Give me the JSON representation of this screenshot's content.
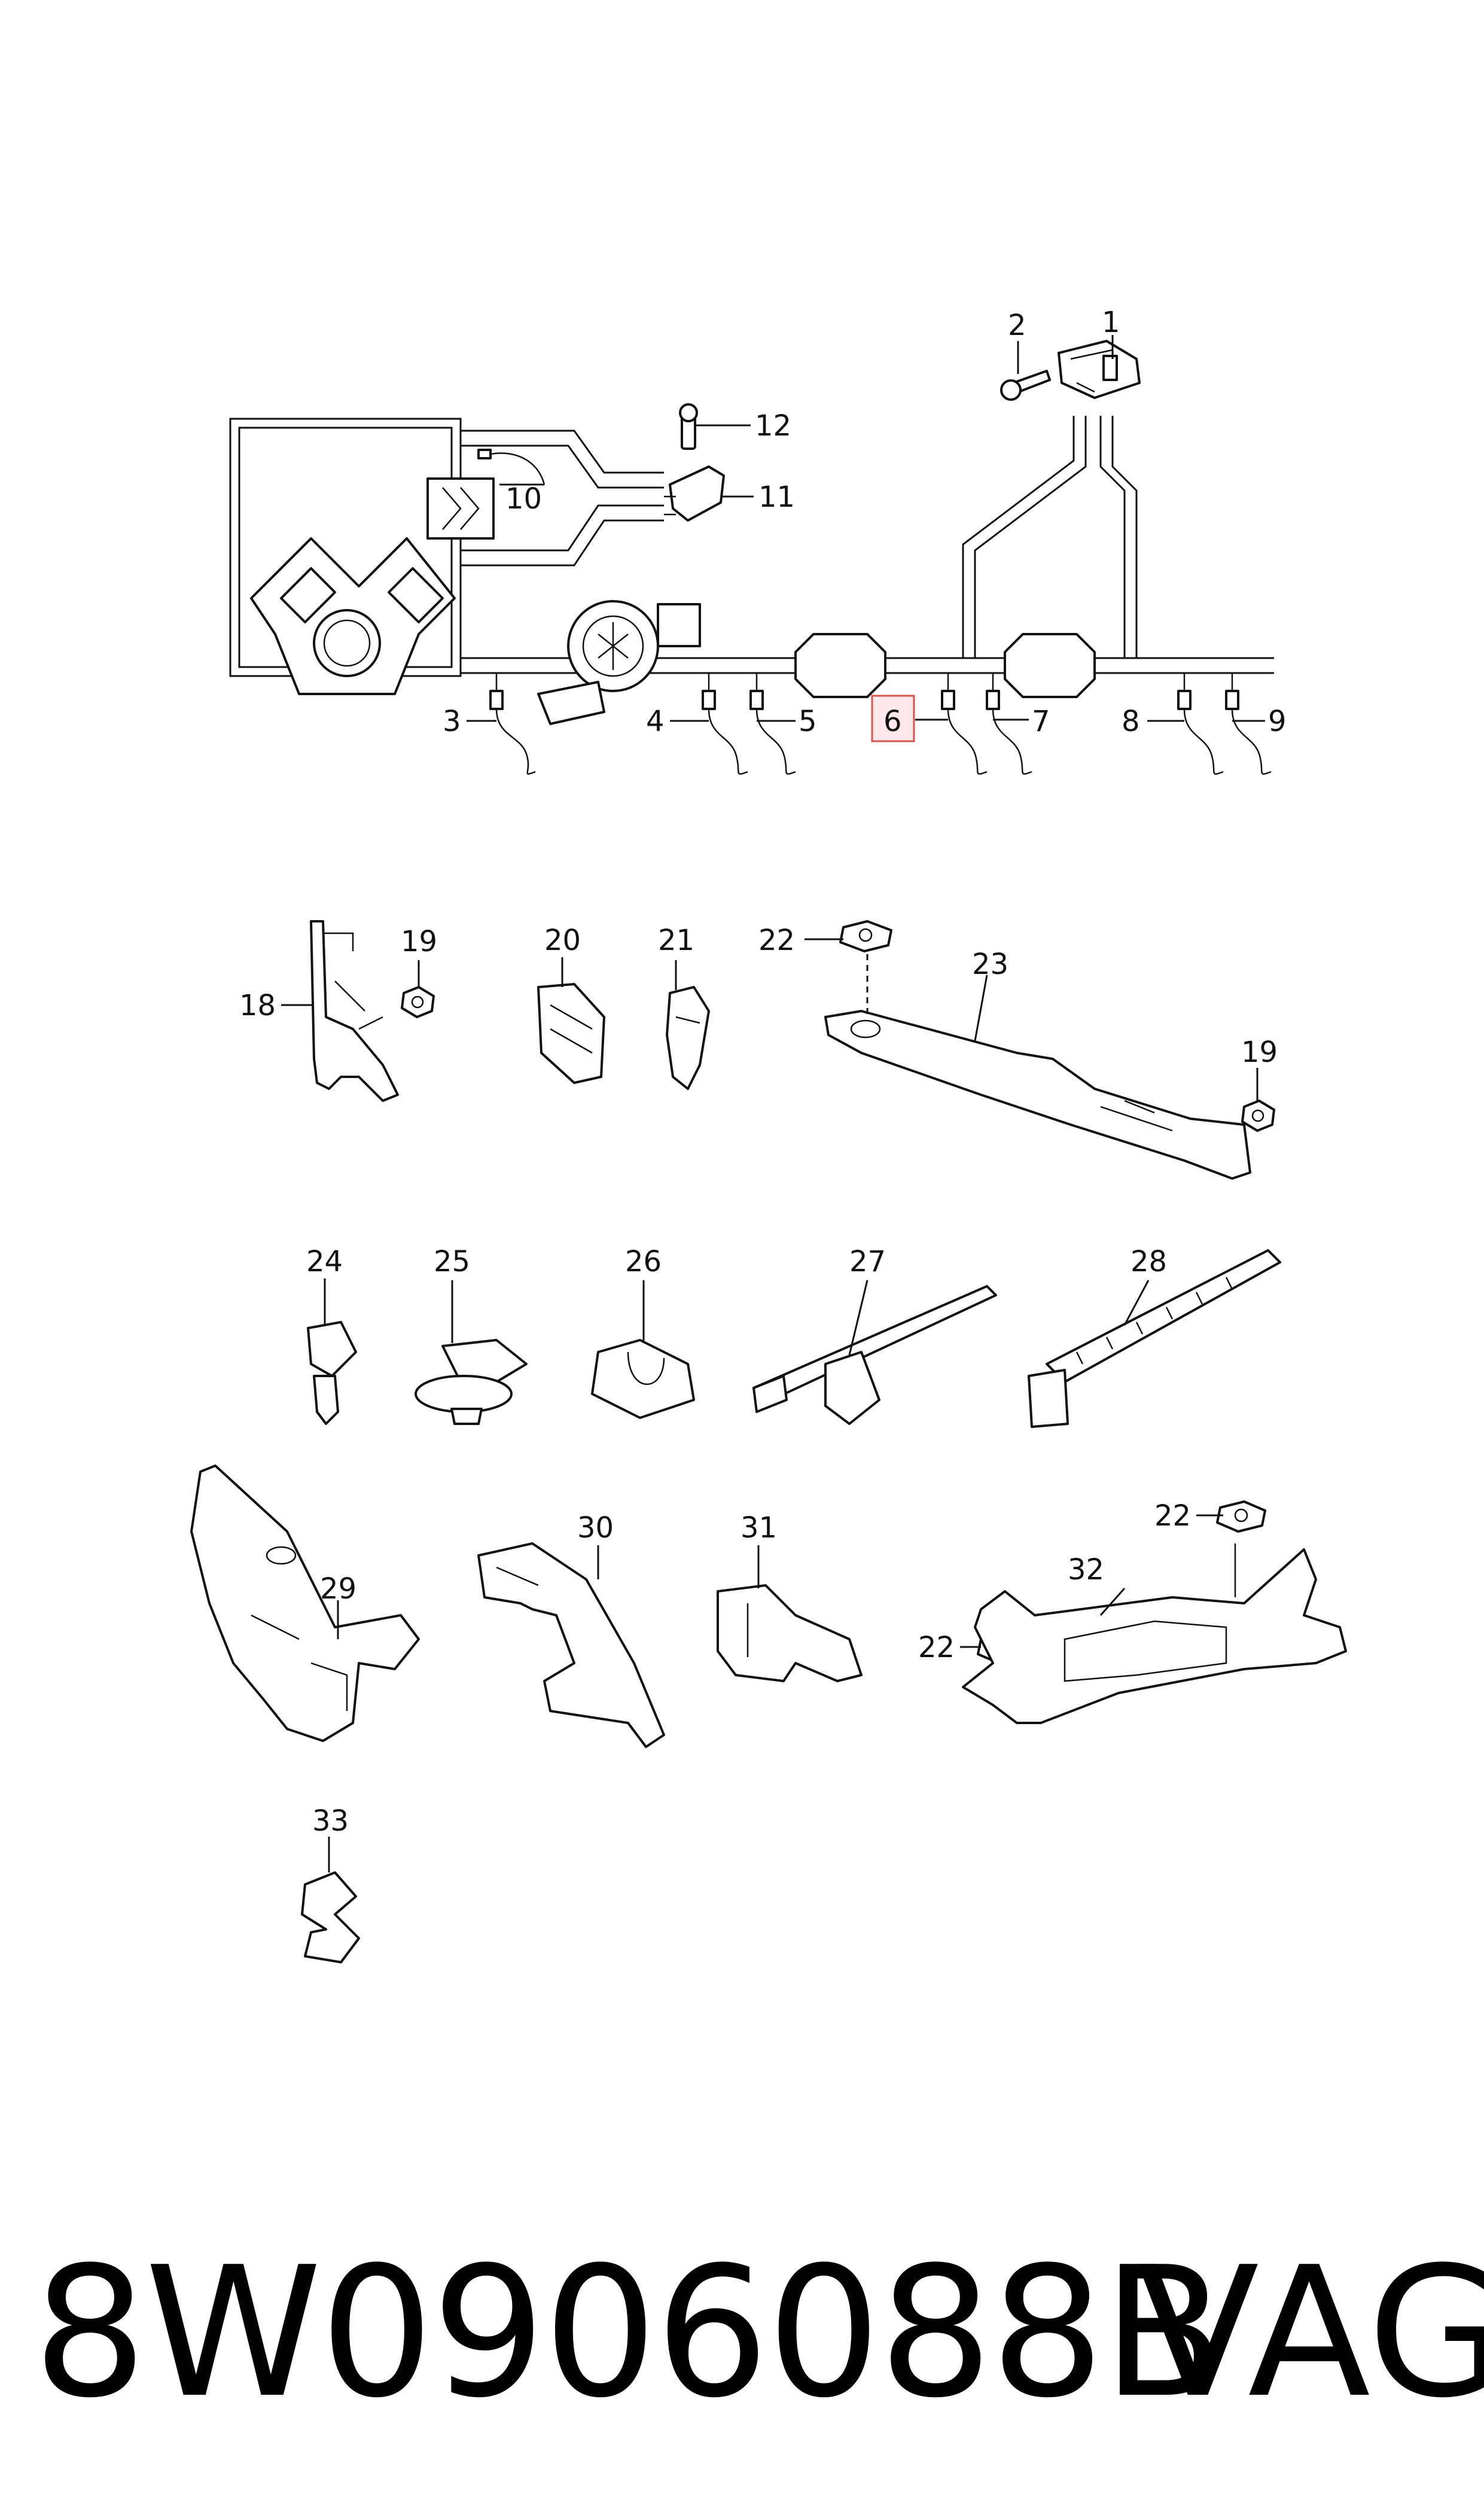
{
  "labels": {
    "l1": "1",
    "l2": "2",
    "l3": "3",
    "l4": "4",
    "l5": "5",
    "l6": "6",
    "l7": "7",
    "l8": "8",
    "l9": "9",
    "l10": "10",
    "l11": "11",
    "l12": "12",
    "l18": "18",
    "l19a": "19",
    "l19b": "19",
    "l20": "20",
    "l21": "21",
    "l22a": "22",
    "l22b": "22",
    "l22c": "22",
    "l23": "23",
    "l24": "24",
    "l25": "25",
    "l26": "26",
    "l27": "27",
    "l28": "28",
    "l29": "29",
    "l30": "30",
    "l31": "31",
    "l32": "32",
    "l33": "33"
  },
  "highlighted_label": "6",
  "footer": {
    "part_number": "8W0906088B",
    "brand": "VAG"
  }
}
